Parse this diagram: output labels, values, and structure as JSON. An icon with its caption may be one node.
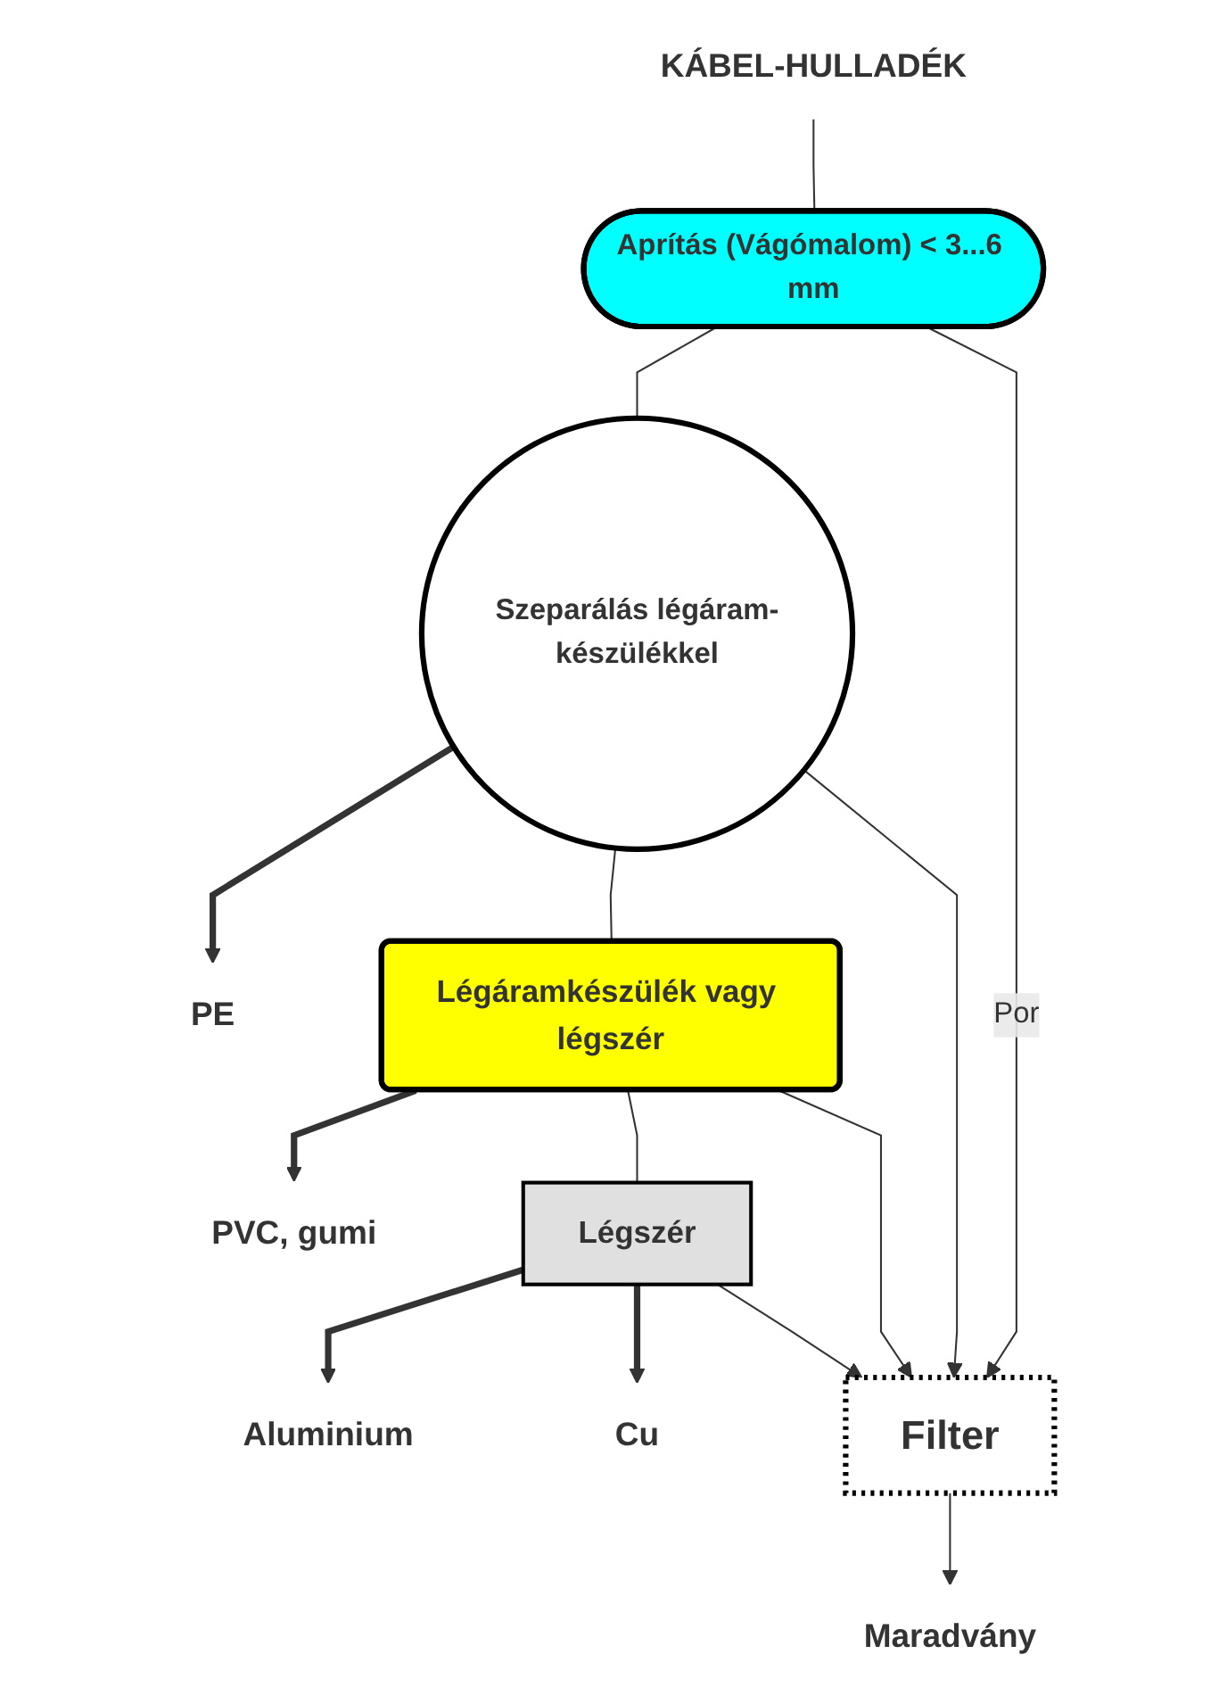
{
  "diagram": {
    "nodes": [
      {
        "text": [
          "KÁBEL-HULLADÉK"
        ]
      },
      {
        "text": [
          "Aprítás (Vágómalom) < 3...6 mm"
        ]
      },
      {
        "text": [
          "Szeparálás légáram-készülékkel"
        ]
      },
      {
        "text": [
          "PE"
        ]
      },
      {
        "text": [
          "Légáramkészülék vagy légszér"
        ]
      },
      {
        "text": [
          "PVC, gumi"
        ]
      },
      {
        "text": [
          "Légszér"
        ]
      },
      {
        "text": [
          "Aluminium"
        ]
      },
      {
        "text": [
          "Cu"
        ]
      },
      {
        "text": [
          "Filter"
        ]
      },
      {
        "text": [
          "Maradvány"
        ]
      }
    ],
    "edges": [
      {
        "from": 0,
        "to": 1,
        "arrow": "none"
      },
      {
        "from": 1,
        "to": 2,
        "arrow": "none"
      },
      {
        "from": 2,
        "to": 4,
        "arrow": "none"
      },
      {
        "from": 4,
        "to": 6,
        "arrow": "none"
      },
      {
        "from": 1,
        "to": 9,
        "arrow": "to",
        "label": "Por"
      },
      {
        "from": 2,
        "to": 9,
        "arrow": "to"
      },
      {
        "from": 4,
        "to": 9,
        "arrow": "to"
      },
      {
        "from": 6,
        "to": 9,
        "arrow": "to"
      },
      {
        "from": 2,
        "to": 3,
        "arrow": "to",
        "style": "thick"
      },
      {
        "from": 4,
        "to": 5,
        "arrow": "to",
        "style": "thick"
      },
      {
        "from": 6,
        "to": 7,
        "arrow": "to",
        "style": "thick"
      },
      {
        "from": 6,
        "to": 8,
        "arrow": "to",
        "style": "thick"
      },
      {
        "from": 9,
        "to": 10,
        "arrow": "to"
      }
    ]
  }
}
